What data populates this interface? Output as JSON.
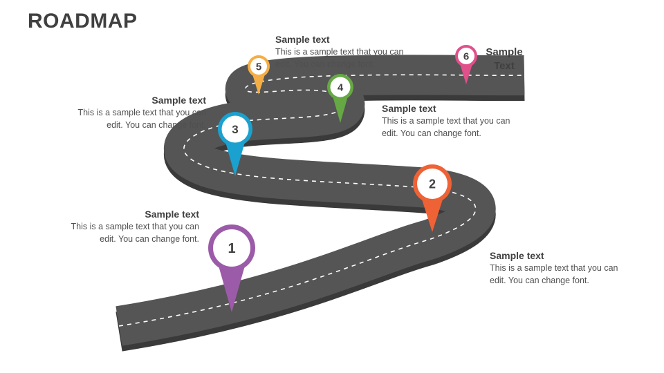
{
  "title": "ROADMAP",
  "milestones": [
    {
      "number": "1",
      "color": "#9C5BA8",
      "heading": "Sample text",
      "body": "This is a sample text that you can edit. You can change font."
    },
    {
      "number": "2",
      "color": "#EE6236",
      "heading": "Sample text",
      "body": "This is a sample text that you can edit. You can change font."
    },
    {
      "number": "3",
      "color": "#1BA1CF",
      "heading": "Sample text",
      "body": "This is a sample text that you can edit. You can change font."
    },
    {
      "number": "4",
      "color": "#66A844",
      "heading": "Sample text",
      "body": "This is a sample text that you can edit. You can change font."
    },
    {
      "number": "5",
      "color": "#F5AE45",
      "heading": "Sample text",
      "body": "This is a sample text that you can edit. You can change font."
    },
    {
      "number": "6",
      "color": "#E0508A",
      "heading": "Sample Text",
      "body": ""
    }
  ],
  "road": {
    "surface_color": "#555555",
    "edge_color": "#3a3a3a",
    "dash_color": "#ffffff"
  }
}
